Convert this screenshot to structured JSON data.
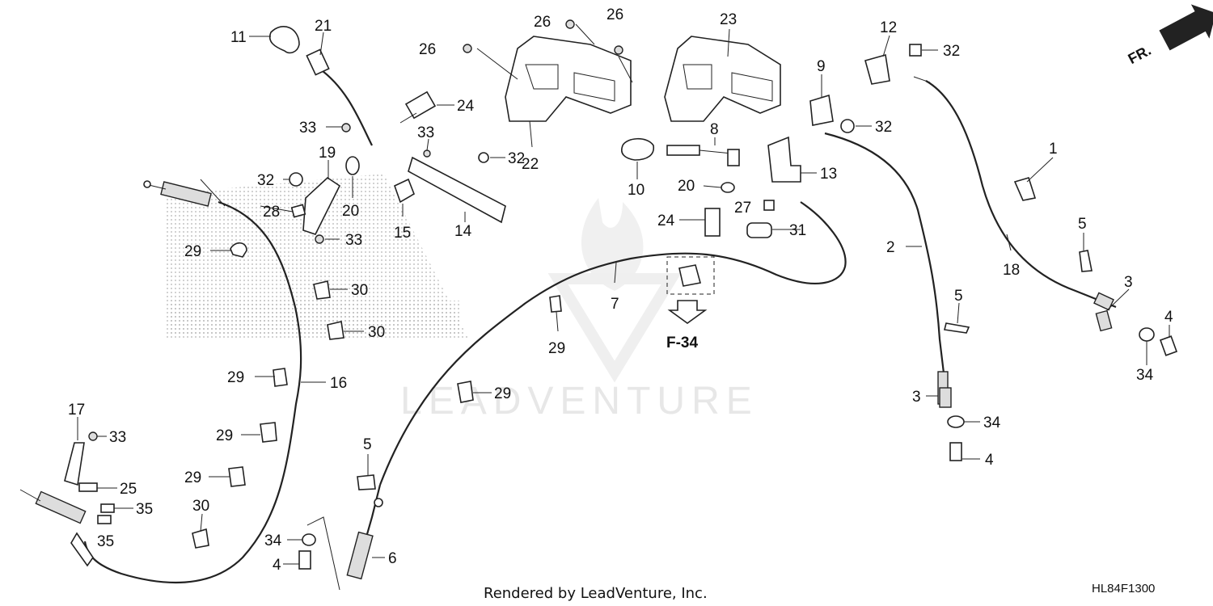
{
  "callouts": [
    {
      "id": "c11",
      "label": "11"
    },
    {
      "id": "c21",
      "label": "21"
    },
    {
      "id": "c24a",
      "label": "24"
    },
    {
      "id": "c33a",
      "label": "33"
    },
    {
      "id": "c33b",
      "label": "33"
    },
    {
      "id": "c19",
      "label": "19"
    },
    {
      "id": "c32a",
      "label": "32"
    },
    {
      "id": "c32b",
      "label": "32"
    },
    {
      "id": "c28",
      "label": "28"
    },
    {
      "id": "c20a",
      "label": "20"
    },
    {
      "id": "c15",
      "label": "15"
    },
    {
      "id": "c14",
      "label": "14"
    },
    {
      "id": "c33c",
      "label": "33"
    },
    {
      "id": "c29a",
      "label": "29"
    },
    {
      "id": "c30a",
      "label": "30"
    },
    {
      "id": "c30b",
      "label": "30"
    },
    {
      "id": "c29b",
      "label": "29"
    },
    {
      "id": "c16",
      "label": "16"
    },
    {
      "id": "c17",
      "label": "17"
    },
    {
      "id": "c33d",
      "label": "33"
    },
    {
      "id": "c29c",
      "label": "29"
    },
    {
      "id": "c25",
      "label": "25"
    },
    {
      "id": "c29d",
      "label": "29"
    },
    {
      "id": "c35a",
      "label": "35"
    },
    {
      "id": "c35b",
      "label": "35"
    },
    {
      "id": "c30c",
      "label": "30"
    },
    {
      "id": "c26a",
      "label": "26"
    },
    {
      "id": "c26b",
      "label": "26"
    },
    {
      "id": "c26c",
      "label": "26"
    },
    {
      "id": "c22",
      "label": "22"
    },
    {
      "id": "c23",
      "label": "23"
    },
    {
      "id": "c8",
      "label": "8"
    },
    {
      "id": "c10",
      "label": "10"
    },
    {
      "id": "c20b",
      "label": "20"
    },
    {
      "id": "c24b",
      "label": "24"
    },
    {
      "id": "c27",
      "label": "27"
    },
    {
      "id": "c31",
      "label": "31"
    },
    {
      "id": "c13",
      "label": "13"
    },
    {
      "id": "c9",
      "label": "9"
    },
    {
      "id": "c32c",
      "label": "32"
    },
    {
      "id": "c12",
      "label": "12"
    },
    {
      "id": "c32d",
      "label": "32"
    },
    {
      "id": "c7",
      "label": "7"
    },
    {
      "id": "c29e",
      "label": "29"
    },
    {
      "id": "c29f",
      "label": "29"
    },
    {
      "id": "c5a",
      "label": "5"
    },
    {
      "id": "c34a",
      "label": "34"
    },
    {
      "id": "c4a",
      "label": "4"
    },
    {
      "id": "c6",
      "label": "6"
    },
    {
      "id": "c2",
      "label": "2"
    },
    {
      "id": "c5b",
      "label": "5"
    },
    {
      "id": "c3a",
      "label": "3"
    },
    {
      "id": "c34b",
      "label": "34"
    },
    {
      "id": "c4b",
      "label": "4"
    },
    {
      "id": "c1",
      "label": "1"
    },
    {
      "id": "c5c",
      "label": "5"
    },
    {
      "id": "c18",
      "label": "18"
    },
    {
      "id": "c3b",
      "label": "3"
    },
    {
      "id": "c4c",
      "label": "4"
    },
    {
      "id": "c34c",
      "label": "34"
    }
  ],
  "reference": "F-34",
  "direction_label": "FR.",
  "watermark": "LEADVENTURE",
  "footer": "Rendered by LeadVenture, Inc.",
  "diagram_code": "HL84F1300"
}
